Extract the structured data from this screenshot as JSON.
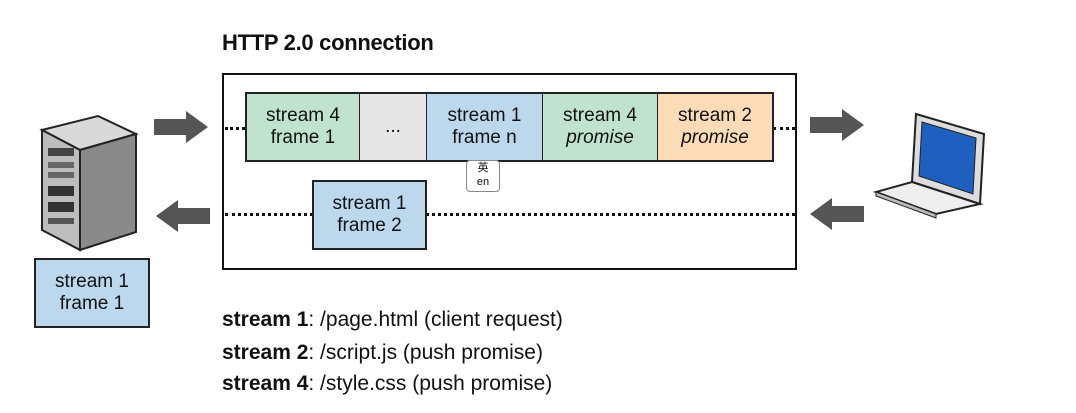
{
  "title": "HTTP 2.0 connection",
  "outbound_frames": [
    {
      "line1": "stream 4",
      "line2": "frame 1",
      "italic2": false,
      "color": "#bfe3cf"
    },
    {
      "line1": "...",
      "line2": "",
      "italic2": false,
      "color": "#e6e6e6"
    },
    {
      "line1": "stream 1",
      "line2": "frame n",
      "italic2": false,
      "color": "#bcd8ec"
    },
    {
      "line1": "stream 4",
      "line2": "promise",
      "italic2": true,
      "color": "#bfe3cf"
    },
    {
      "line1": "stream 2",
      "line2": "promise",
      "italic2": true,
      "color": "#fbdcb6"
    }
  ],
  "inbound_frame": {
    "line1": "stream 1",
    "line2": "frame 2"
  },
  "server_frame": {
    "line1": "stream 1",
    "line2": "frame 1"
  },
  "badge": {
    "top": "英",
    "bottom": "en"
  },
  "legend": [
    {
      "label": "stream 1",
      "text": ": /page.html  (client request)"
    },
    {
      "label": "stream 2",
      "text": ": /script.js  (push promise)"
    },
    {
      "label": "stream 4",
      "text": ": /style.css  (push promise)"
    }
  ],
  "colors": {
    "green": "#bfe3cf",
    "gray": "#e6e6e6",
    "blue": "#bcd8ec",
    "orange": "#fbdcb6",
    "arrow": "#555555",
    "screen": "#1f5fbf"
  },
  "icons": [
    "server-icon",
    "laptop-icon",
    "arrow-right-icon",
    "arrow-left-icon",
    "translate-icon"
  ]
}
